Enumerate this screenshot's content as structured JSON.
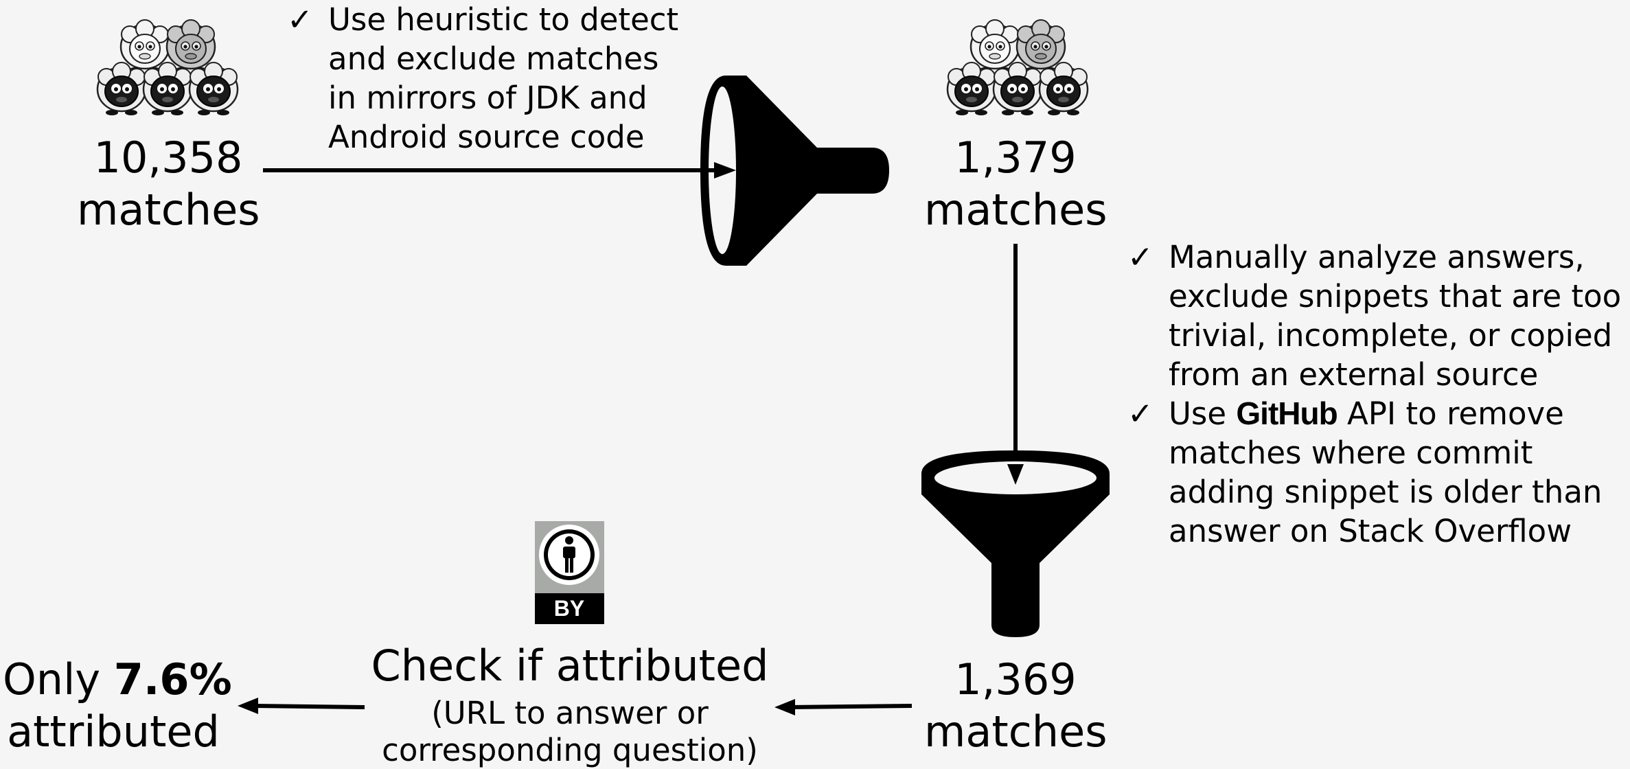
{
  "stage1": {
    "count": "10,358",
    "unit": "matches"
  },
  "stage2": {
    "count": "1,379",
    "unit": "matches"
  },
  "stage3": {
    "count": "1,369",
    "unit": "matches"
  },
  "step1": {
    "check": "✓",
    "lines": [
      "Use heuristic to detect",
      "and exclude matches",
      "in mirrors of JDK and",
      "Android source code"
    ]
  },
  "step2": {
    "check": "✓",
    "item1_lines": [
      "Manually analyze answers,",
      "exclude snippets that are too",
      "trivial, incomplete, or copied",
      "from an external source"
    ],
    "item2_pre": "Use",
    "item2_brand": "GitHub",
    "item2_post": "API to remove",
    "item2_lines": [
      "matches where commit",
      "adding snippet is older than",
      "answer on Stack Overflow"
    ]
  },
  "step3": {
    "title": "Check if attributed",
    "sub_lines": [
      "(URL to answer or",
      "corresponding question)"
    ],
    "badge_text": "BY"
  },
  "result": {
    "pre": "Only",
    "percent": "7.6%",
    "post": "attributed"
  },
  "icons": {
    "sheep": "sheep-icon",
    "funnel": "funnel-icon",
    "cc_by": "cc-by-icon",
    "arrow": "arrow-icon"
  },
  "colors": {
    "background": "#f5f5f5",
    "ink": "#000000",
    "sheep_white": "#f2f2f2",
    "sheep_gray": "#bdbdbd",
    "badge_gray": "#a8aaa7"
  }
}
